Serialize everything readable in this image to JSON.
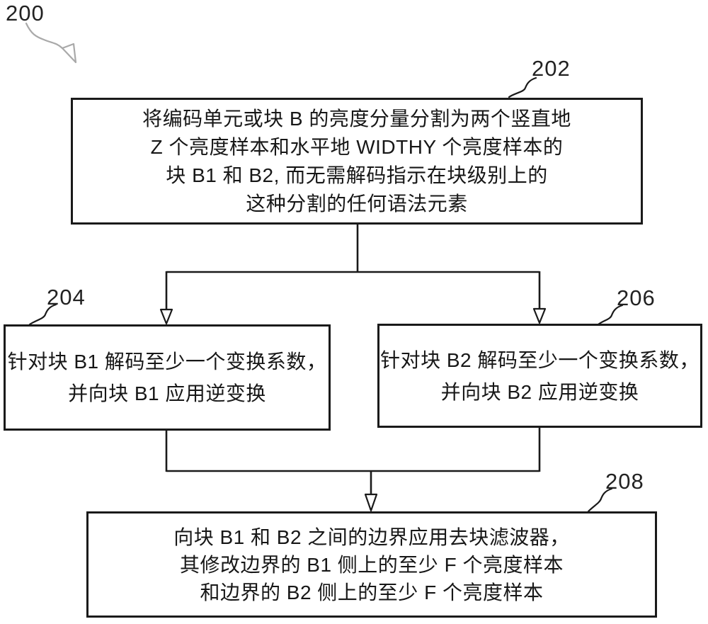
{
  "figure": {
    "ref_label": "200",
    "type": "flowchart",
    "nodes": [
      {
        "id": "202",
        "label": "202",
        "lines": [
          "将编码单元或块 B 的亮度分量分割为两个竖直地",
          "Z 个亮度样本和水平地 WIDTHY 个亮度样本的",
          "块 B1 和 B2, 而无需解码指示在块级别上的",
          "这种分割的任何语法元素"
        ]
      },
      {
        "id": "204",
        "label": "204",
        "lines": [
          "针对块 B1 解码至少一个变换系数，",
          "并向块 B1 应用逆变换"
        ]
      },
      {
        "id": "206",
        "label": "206",
        "lines": [
          "针对块 B2 解码至少一个变换系数，",
          "并向块 B2 应用逆变换"
        ]
      },
      {
        "id": "208",
        "label": "208",
        "lines": [
          "向块 B1 和 B2 之间的边界应用去块滤波器，",
          "其修改边界的 B1 侧上的至少 F 个亮度样本",
          "和边界的 B2 侧上的至少 F 个亮度样本"
        ]
      }
    ],
    "flow": [
      {
        "from": "202",
        "to": "204"
      },
      {
        "from": "202",
        "to": "206"
      },
      {
        "from": "204",
        "to": "208"
      },
      {
        "from": "206",
        "to": "208"
      }
    ],
    "colors": {
      "line": "#1a1a1a",
      "box_border": "#1a1a1a",
      "text": "#171717",
      "ref_arrow": "#a9a9a9",
      "background": "#ffffff"
    }
  }
}
